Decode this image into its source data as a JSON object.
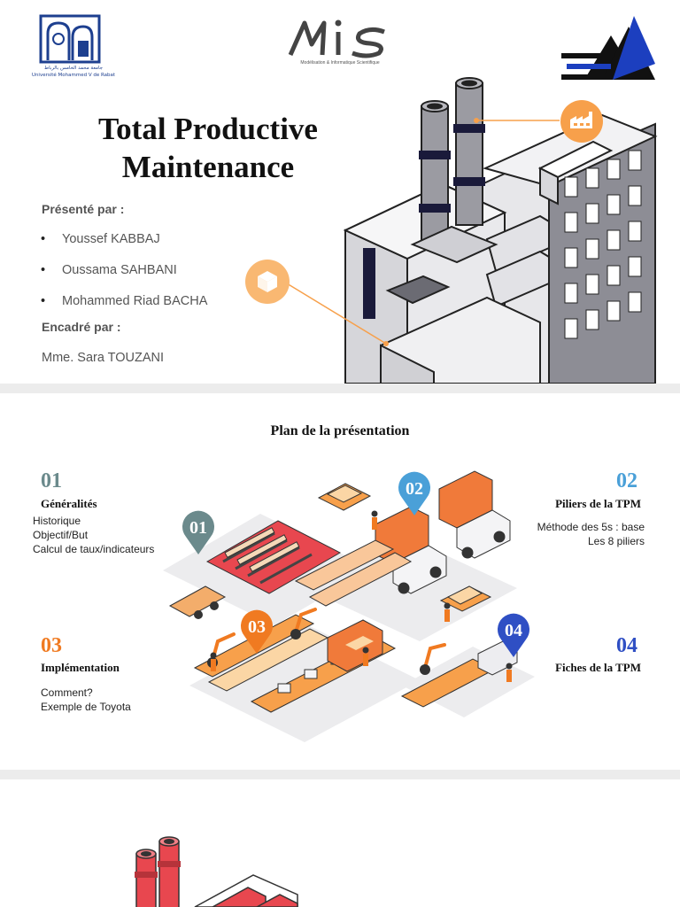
{
  "colors": {
    "accent_orange": "#f7a04b",
    "pin1": "#6b8a8c",
    "pin2": "#4aa0d8",
    "pin3": "#f07a21",
    "pin4": "#2f4fc4",
    "teal_number": "#6b8a8c"
  },
  "slide1": {
    "logos": {
      "university_arabic": "جامعة محمد الخامس بالرباط",
      "university_name": "Université Mohammed V de Rabat",
      "mis_logo": "MIS",
      "mis_caption": "Modélisation & Informatique Scientifique"
    },
    "title_line1": "Total Productive",
    "title_line2": "Maintenance",
    "presented_by_label": "Présenté par :",
    "presenters": [
      "Youssef KABBAJ",
      "Oussama SAHBANI",
      "Mohammed Riad BACHA"
    ],
    "supervised_by_label": "Encadré par :",
    "supervisor": "Mme. Sara TOUZANI",
    "icons": [
      "factory-icon",
      "box-icon"
    ]
  },
  "slide2": {
    "title": "Plan de la présentation",
    "sections": [
      {
        "number": "01",
        "title": "Généralités",
        "items": [
          "Historique",
          "Objectif/But",
          "Calcul de taux/indicateurs"
        ]
      },
      {
        "number": "02",
        "title": "Piliers de la TPM",
        "items": [
          "Méthode des 5s : base",
          "Les 8 piliers"
        ]
      },
      {
        "number": "03",
        "title": "Implémentation",
        "items": [
          "Comment?",
          "Exemple de Toyota"
        ]
      },
      {
        "number": "04",
        "title": "Fiches de la TPM",
        "items": []
      }
    ],
    "pins": [
      "01",
      "02",
      "03",
      "04"
    ]
  }
}
